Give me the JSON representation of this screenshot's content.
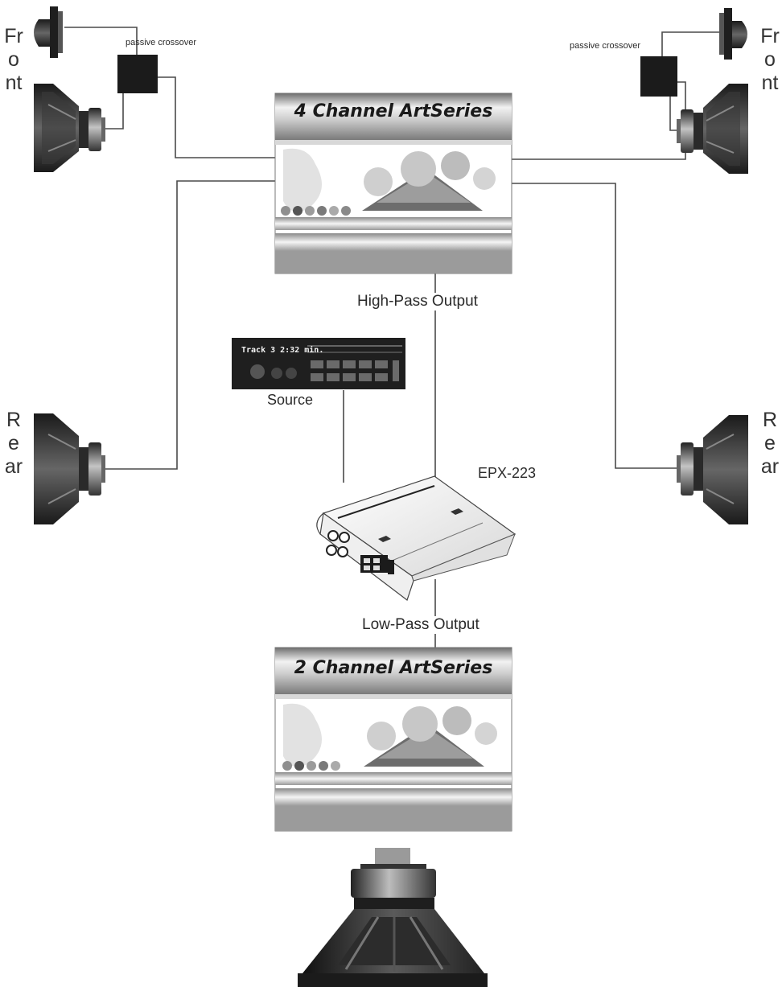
{
  "labels": {
    "front_left": "Front",
    "front_right": "Front",
    "rear_left": "Rear",
    "rear_right": "Rear",
    "crossover_left": "passive crossover",
    "crossover_right": "passive crossover",
    "amp_4ch_title": "4 Channel ArtSeries",
    "amp_2ch_title": "2 Channel ArtSeries",
    "high_pass": "High-Pass Output",
    "low_pass": "Low-Pass Output",
    "source": "Source",
    "source_display": "Track 3  2:32 min.",
    "epx": "EPX-223"
  },
  "colors": {
    "line": "#4a4a4a",
    "speaker_dark": "#2b2b2b",
    "amp_band": "#9b9b9b"
  }
}
